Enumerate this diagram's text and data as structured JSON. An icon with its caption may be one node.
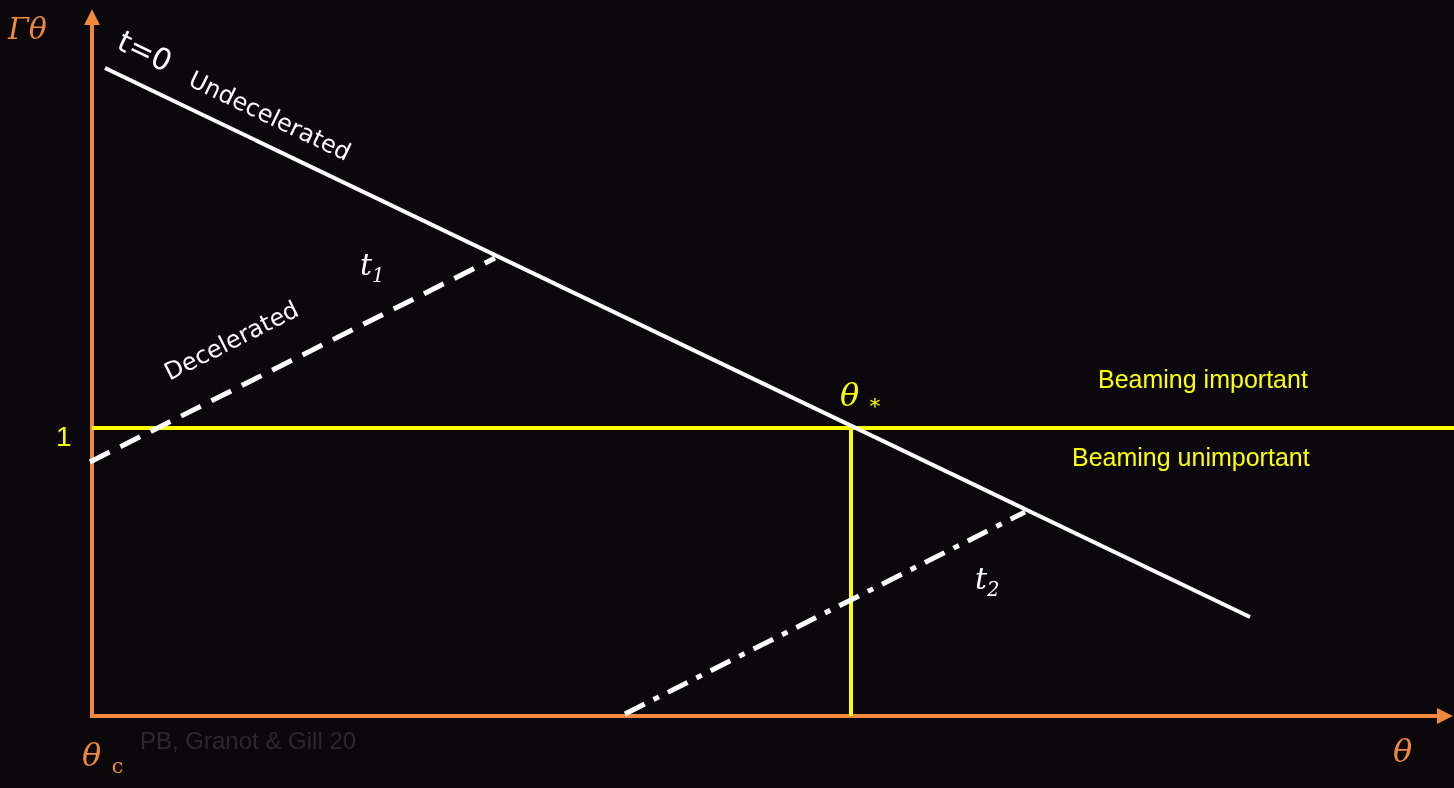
{
  "diagram": {
    "labels": [
      "Γθ",
      "t=0",
      "Undecelerated",
      "t$_{1}$",
      "Decelerated",
      "θ$_{*}$",
      "1",
      "Beaming important",
      "Beaming unimportant",
      "t$_{2}$",
      "θ$_{c}$",
      "PB, Granot & Gill 20",
      "θ"
    ]
  }
}
